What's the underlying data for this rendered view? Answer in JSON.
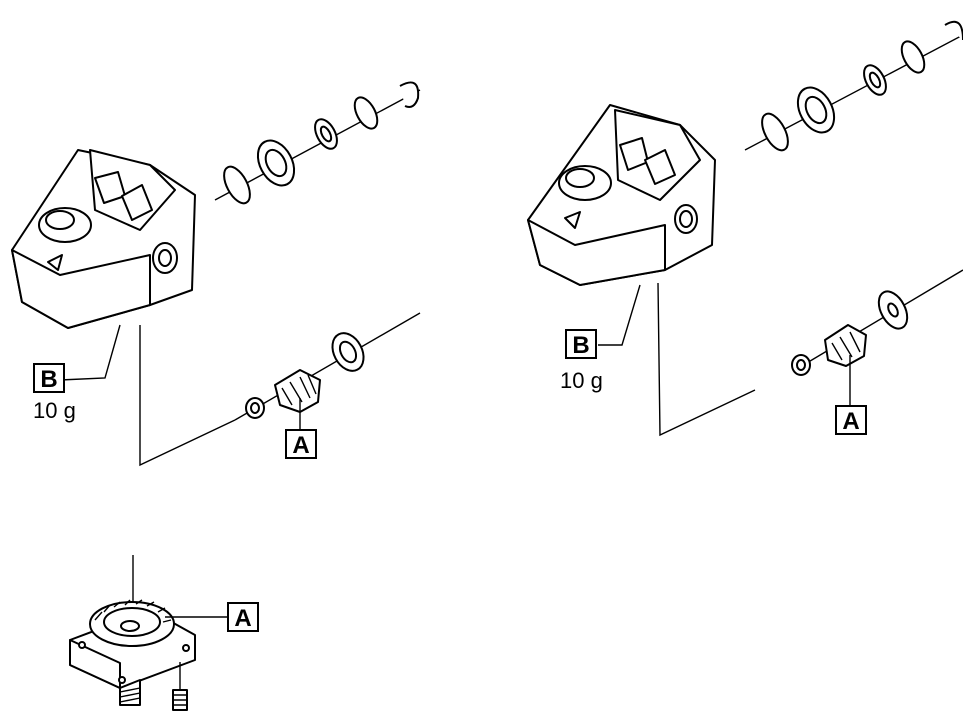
{
  "diagram": {
    "callouts": {
      "gear_pinion_label": "A",
      "grease_label": "B"
    },
    "grease_quantity": "10 g"
  }
}
